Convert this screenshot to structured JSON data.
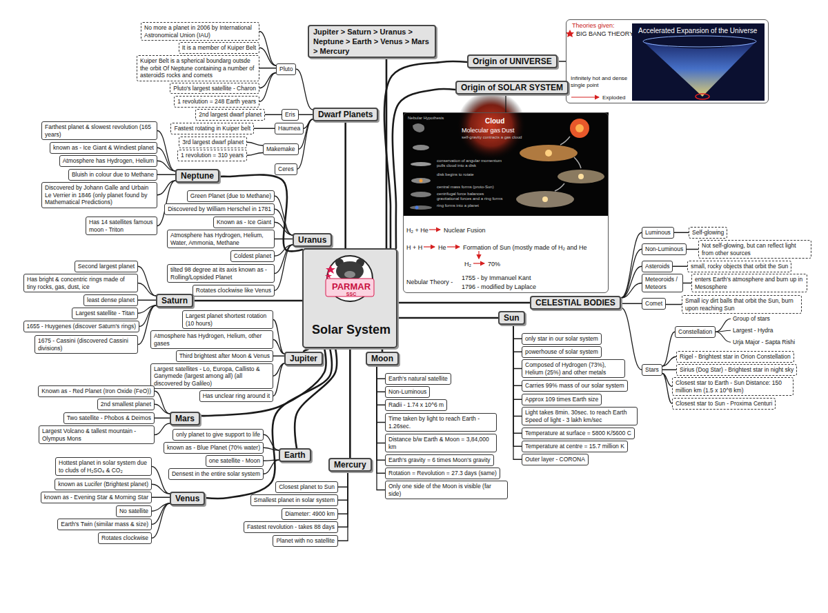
{
  "diagram": {
    "nodes": [
      {
        "text": [
          "PARMAR",
          "SSC",
          "Solar System"
        ]
      },
      {
        "text": [
          "Jupiter > Saturn > Uranus > Neptune > Earth > Venus > Mars > Mercury"
        ]
      },
      {
        "text": [
          "Dwarf Planets"
        ]
      },
      {
        "text": [
          "Pluto"
        ]
      },
      {
        "text": [
          "No more a planet in 2006 by International Astronomical Union (IAU)"
        ]
      },
      {
        "text": [
          "It is a member of Kuiper Belt"
        ]
      },
      {
        "text": [
          "Kuiper Belt is a spherical boundarg outsde the orbit Of Neptune containing a number of asteroidS rocks and comets"
        ]
      },
      {
        "text": [
          "Pluto's largest satellite - Charon"
        ]
      },
      {
        "text": [
          "1 revolution = 248 Earth years"
        ]
      },
      {
        "text": [
          "Eris"
        ]
      },
      {
        "text": [
          "2nd largest dwarf planet"
        ]
      },
      {
        "text": [
          "Haumea"
        ]
      },
      {
        "text": [
          "Fastest rotating in Kuiper belt"
        ]
      },
      {
        "text": [
          "Makemake"
        ]
      },
      {
        "text": [
          "3rd largest dwarf planet"
        ]
      },
      {
        "text": [
          "1 revolution = 310 years"
        ]
      },
      {
        "text": [
          "Ceres"
        ]
      },
      {
        "text": [
          "Neptune"
        ]
      },
      {
        "text": [
          "Farthest planet & slowest revolution (165 years)"
        ]
      },
      {
        "text": [
          "known as - Ice Giant & Windiest planet"
        ]
      },
      {
        "text": [
          "Atmosphere has Hydrogen, Helium"
        ]
      },
      {
        "text": [
          "Bluish in colour due to Methane"
        ]
      },
      {
        "text": [
          "Discovered by Johann Galle and Urbain Le Verrier in 1846 (only planet found by Mathematical Predictions)"
        ]
      },
      {
        "text": [
          "Has 14 satellites famous moon - Triton"
        ]
      },
      {
        "text": [
          "Uranus"
        ]
      },
      {
        "text": [
          "Green Planet (due to Methane)"
        ]
      },
      {
        "text": [
          "Discovered by William Herschel in 1781"
        ]
      },
      {
        "text": [
          "Known as - Ice Giant"
        ]
      },
      {
        "text": [
          "Atmosphere has Hydrogen, Helium, Water, Ammonia, Methane"
        ]
      },
      {
        "text": [
          "Coldest planet"
        ]
      },
      {
        "text": [
          "tilted 98 degree at its axis known as - Rolling/Lopsided Planet"
        ]
      },
      {
        "text": [
          "Rotates clockwise like Venus"
        ]
      },
      {
        "text": [
          "Saturn"
        ]
      },
      {
        "text": [
          "Second largest planet"
        ]
      },
      {
        "text": [
          "Has bright & concentric rings made of tiny rocks, gas, dust, ice"
        ]
      },
      {
        "text": [
          "least dense planet"
        ]
      },
      {
        "text": [
          "Largest satellite - Titan"
        ]
      },
      {
        "text": [
          "1655 - Huygenes (discover Saturn's rings)"
        ]
      },
      {
        "text": [
          "1675 - Cassini (discovered Cassini divisions)"
        ]
      },
      {
        "text": [
          "Jupiter"
        ]
      },
      {
        "text": [
          "Largest planet shortest rotation (10 hours)"
        ]
      },
      {
        "text": [
          "Atmosphere has Hydrogen, Helium, other gases"
        ]
      },
      {
        "text": [
          "Third brightest after Moon & Venus"
        ]
      },
      {
        "text": [
          "Largest satellites - Lo, Europa, Callisto & Ganymede (largest among all) (all discovered by Galileo)"
        ]
      },
      {
        "text": [
          "Has unclear ring around it"
        ]
      },
      {
        "text": [
          "Mars"
        ]
      },
      {
        "text": [
          "Known as - Red Planet (Iron Oxide (FeO))"
        ]
      },
      {
        "text": [
          "2nd smallest planet"
        ]
      },
      {
        "text": [
          "Two satellite - Phobos & Deimos"
        ]
      },
      {
        "text": [
          "Largest Volcano & tallest mountain - Olympus Mons"
        ]
      },
      {
        "text": [
          "Earth"
        ]
      },
      {
        "text": [
          "only planet to give support to life"
        ]
      },
      {
        "text": [
          "known as - Blue Planet (70% water)"
        ]
      },
      {
        "text": [
          "one satellite - Moon"
        ]
      },
      {
        "text": [
          "Densest in the entire solar system"
        ]
      },
      {
        "text": [
          "Venus"
        ]
      },
      {
        "text": [
          "Hottest planet in solar system due to cluds of H₂SO₄ & CO₂"
        ]
      },
      {
        "text": [
          "known as Lucifer (Brightest planet)"
        ]
      },
      {
        "text": [
          "known as - Evening Star & Morning Star"
        ]
      },
      {
        "text": [
          "No satellite"
        ]
      },
      {
        "text": [
          "Earth's Twin (similar mass & size)"
        ]
      },
      {
        "text": [
          "Rotates clockwise"
        ]
      },
      {
        "text": [
          "Mercury"
        ]
      },
      {
        "text": [
          "Closest planet to Sun"
        ]
      },
      {
        "text": [
          "Smallest planet in solar system"
        ]
      },
      {
        "text": [
          "Diameter: 4900 km"
        ]
      },
      {
        "text": [
          "Fastest revolution - takes 88 days"
        ]
      },
      {
        "text": [
          "Planet with no satellite"
        ]
      },
      {
        "text": [
          "Moon"
        ]
      },
      {
        "text": [
          "Earth's natural satellite"
        ]
      },
      {
        "text": [
          "Non-Luminous"
        ]
      },
      {
        "text": [
          "Radii - 1.74 x 10^6 m"
        ]
      },
      {
        "text": [
          "Time taken by light to reach Earth - 1.26sec."
        ]
      },
      {
        "text": [
          "Distance b/w Earth & Moon = 3,84,000 km"
        ]
      },
      {
        "text": [
          "Earth's gravity = 6 times Moon's gravity"
        ]
      },
      {
        "text": [
          "Rotation = Revolution = 27.3 days (same)"
        ]
      },
      {
        "text": [
          "Only one side of the Moon is visible (far side)"
        ]
      },
      {
        "text": [
          "Origin of UNIVERSE"
        ]
      },
      {
        "text": [
          "Theories given:",
          "BIG BANG THEORY",
          "Accelerated Expansion of the Universe",
          "Infinitely hot and dense single point",
          "Exploded"
        ]
      },
      {
        "text": [
          "Origin of SOLAR SYSTEM"
        ]
      },
      {
        "text": [
          "Nebular Hypothesis",
          "Cloud",
          "Molecular gas",
          "Dust",
          "self-gravity contracts a gas cloud",
          "conservation of angular momentum pulls cloud into a disk",
          "disk begins to rotate",
          "central mass forms (proto-Sun)",
          "centrifugal force balances gravitational forces and a ring forms",
          "ring forms into a planet",
          "H₂ + He",
          "Nuclear Fusion",
          "H + H",
          "He",
          "Formation of Sun (mostly made of H₂ and He",
          "H₂",
          "70%",
          "Nebular Theory -",
          "1755 - by Immanuel Kant",
          "1796 - modified by Laplace"
        ]
      },
      {
        "text": [
          "Sun"
        ]
      },
      {
        "text": [
          "only star in our solar system"
        ]
      },
      {
        "text": [
          "powerhouse of solar system"
        ]
      },
      {
        "text": [
          "Composed of Hydrogen (73%), Helium (25%) and other metals"
        ]
      },
      {
        "text": [
          "Carries 99% mass of our solar system"
        ]
      },
      {
        "text": [
          "Approx 109 times Earth size"
        ]
      },
      {
        "text": [
          "Light takes 8min. 30sec. to reach Earth Speed of light - 3 lakh km/sec"
        ]
      },
      {
        "text": [
          "Temperature at surface = 5800 K/5600 C"
        ]
      },
      {
        "text": [
          "Temperature at centre = 15.7 million K"
        ]
      },
      {
        "text": [
          "Outer layer - CORONA"
        ]
      },
      {
        "text": [
          "CELESTIAL BODIES"
        ]
      },
      {
        "text": [
          "Luminous"
        ]
      },
      {
        "text": [
          "Self-glowing"
        ]
      },
      {
        "text": [
          "Non-Luminous"
        ]
      },
      {
        "text": [
          "Not self-glowing, but can reflect light from other sources"
        ]
      },
      {
        "text": [
          "Asteroids"
        ]
      },
      {
        "text": [
          "small, rocky objects that orbit the Sun"
        ]
      },
      {
        "text": [
          "Meteoroids / Meteors"
        ]
      },
      {
        "text": [
          "enters Earth's atmosphere and burn up in Mesosphere"
        ]
      },
      {
        "text": [
          "Comet"
        ]
      },
      {
        "text": [
          "Small icy dirt balls that orbit the Sun, burn upon reaching Sun"
        ]
      },
      {
        "text": [
          "Stars"
        ]
      },
      {
        "text": [
          "Constellation"
        ]
      },
      {
        "text": [
          "Rigel - Brightest star in Orion Constellation"
        ]
      },
      {
        "text": [
          "Sirius (Dog Star) - Brightest star in night sky"
        ]
      },
      {
        "text": [
          "Closest star to Earth - Sun Distance: 150 million km (1.5 x 10^8 km)"
        ]
      },
      {
        "text": [
          "Closest star to Sun - Proxima Centuri"
        ]
      }
    ],
    "edges": [
      {
        "from": 0,
        "to": 1,
        "arrow": "none"
      },
      {
        "from": 0,
        "to": 2,
        "arrow": "none"
      },
      {
        "from": 0,
        "to": 17,
        "arrow": "none"
      },
      {
        "from": 0,
        "to": 24,
        "arrow": "none"
      },
      {
        "from": 0,
        "to": 32,
        "arrow": "none"
      },
      {
        "from": 0,
        "to": 39,
        "arrow": "none"
      },
      {
        "from": 0,
        "to": 45,
        "arrow": "none"
      },
      {
        "from": 0,
        "to": 50,
        "arrow": "none"
      },
      {
        "from": 0,
        "to": 55,
        "arrow": "none"
      },
      {
        "from": 0,
        "to": 62,
        "arrow": "none"
      },
      {
        "from": 0,
        "to": 68,
        "arrow": "none"
      },
      {
        "from": 0,
        "to": 77,
        "arrow": "none"
      },
      {
        "from": 0,
        "to": 79,
        "arrow": "none"
      },
      {
        "from": 0,
        "to": 81,
        "arrow": "none"
      },
      {
        "from": 0,
        "to": 91,
        "arrow": "none"
      },
      {
        "from": 2,
        "to": 3,
        "arrow": "none"
      },
      {
        "from": 2,
        "to": 9,
        "arrow": "none"
      },
      {
        "from": 2,
        "to": 11,
        "arrow": "none"
      },
      {
        "from": 2,
        "to": 13,
        "arrow": "none"
      },
      {
        "from": 2,
        "to": 16,
        "arrow": "none"
      },
      {
        "from": 3,
        "to": 4,
        "arrow": "none"
      },
      {
        "from": 3,
        "to": 5,
        "arrow": "none"
      },
      {
        "from": 3,
        "to": 6,
        "arrow": "none"
      },
      {
        "from": 3,
        "to": 7,
        "arrow": "none"
      },
      {
        "from": 3,
        "to": 8,
        "arrow": "none"
      },
      {
        "from": 9,
        "to": 10,
        "arrow": "none"
      },
      {
        "from": 11,
        "to": 12,
        "arrow": "none"
      },
      {
        "from": 13,
        "to": 14,
        "arrow": "none"
      },
      {
        "from": 13,
        "to": 15,
        "arrow": "none"
      },
      {
        "from": 17,
        "to": 18,
        "arrow": "none"
      },
      {
        "from": 17,
        "to": 19,
        "arrow": "none"
      },
      {
        "from": 17,
        "to": 20,
        "arrow": "none"
      },
      {
        "from": 17,
        "to": 21,
        "arrow": "none"
      },
      {
        "from": 17,
        "to": 22,
        "arrow": "none"
      },
      {
        "from": 17,
        "to": 23,
        "arrow": "none"
      },
      {
        "from": 24,
        "to": 25,
        "arrow": "none"
      },
      {
        "from": 24,
        "to": 26,
        "arrow": "none"
      },
      {
        "from": 24,
        "to": 27,
        "arrow": "none"
      },
      {
        "from": 24,
        "to": 28,
        "arrow": "none"
      },
      {
        "from": 24,
        "to": 29,
        "arrow": "none"
      },
      {
        "from": 24,
        "to": 30,
        "arrow": "none"
      },
      {
        "from": 24,
        "to": 31,
        "arrow": "none"
      },
      {
        "from": 32,
        "to": 33,
        "arrow": "none"
      },
      {
        "from": 32,
        "to": 34,
        "arrow": "none"
      },
      {
        "from": 32,
        "to": 35,
        "arrow": "none"
      },
      {
        "from": 32,
        "to": 36,
        "arrow": "none"
      },
      {
        "from": 32,
        "to": 37,
        "arrow": "none"
      },
      {
        "from": 32,
        "to": 38,
        "arrow": "none"
      },
      {
        "from": 39,
        "to": 40,
        "arrow": "none"
      },
      {
        "from": 39,
        "to": 41,
        "arrow": "none"
      },
      {
        "from": 39,
        "to": 42,
        "arrow": "none"
      },
      {
        "from": 39,
        "to": 43,
        "arrow": "none"
      },
      {
        "from": 39,
        "to": 44,
        "arrow": "none"
      },
      {
        "from": 45,
        "to": 46,
        "arrow": "none"
      },
      {
        "from": 45,
        "to": 47,
        "arrow": "none"
      },
      {
        "from": 45,
        "to": 48,
        "arrow": "none"
      },
      {
        "from": 45,
        "to": 49,
        "arrow": "none"
      },
      {
        "from": 50,
        "to": 51,
        "arrow": "none"
      },
      {
        "from": 50,
        "to": 52,
        "arrow": "none"
      },
      {
        "from": 50,
        "to": 53,
        "arrow": "none"
      },
      {
        "from": 50,
        "to": 54,
        "arrow": "none"
      },
      {
        "from": 55,
        "to": 56,
        "arrow": "none"
      },
      {
        "from": 55,
        "to": 57,
        "arrow": "none"
      },
      {
        "from": 55,
        "to": 58,
        "arrow": "none"
      },
      {
        "from": 55,
        "to": 59,
        "arrow": "none"
      },
      {
        "from": 55,
        "to": 60,
        "arrow": "none"
      },
      {
        "from": 55,
        "to": 61,
        "arrow": "none"
      },
      {
        "from": 62,
        "to": 63,
        "arrow": "none"
      },
      {
        "from": 62,
        "to": 64,
        "arrow": "none"
      },
      {
        "from": 62,
        "to": 65,
        "arrow": "none"
      },
      {
        "from": 62,
        "to": 66,
        "arrow": "none"
      },
      {
        "from": 62,
        "to": 67,
        "arrow": "none"
      },
      {
        "from": 68,
        "to": 69,
        "arrow": "none"
      },
      {
        "from": 68,
        "to": 70,
        "arrow": "none"
      },
      {
        "from": 68,
        "to": 71,
        "arrow": "none"
      },
      {
        "from": 68,
        "to": 72,
        "arrow": "none"
      },
      {
        "from": 68,
        "to": 73,
        "arrow": "none"
      },
      {
        "from": 68,
        "to": 74,
        "arrow": "none"
      },
      {
        "from": 68,
        "to": 75,
        "arrow": "none"
      },
      {
        "from": 68,
        "to": 76,
        "arrow": "none"
      },
      {
        "from": 77,
        "to": 78,
        "arrow": "none"
      },
      {
        "from": 79,
        "to": 80,
        "arrow": "none"
      },
      {
        "from": 81,
        "to": 82,
        "arrow": "none"
      },
      {
        "from": 81,
        "to": 83,
        "arrow": "none"
      },
      {
        "from": 81,
        "to": 84,
        "arrow": "none"
      },
      {
        "from": 81,
        "to": 85,
        "arrow": "none"
      },
      {
        "from": 81,
        "to": 86,
        "arrow": "none"
      },
      {
        "from": 81,
        "to": 87,
        "arrow": "none"
      },
      {
        "from": 81,
        "to": 88,
        "arrow": "none"
      },
      {
        "from": 81,
        "to": 89,
        "arrow": "none"
      },
      {
        "from": 81,
        "to": 90,
        "arrow": "none"
      },
      {
        "from": 91,
        "to": 92,
        "arrow": "none"
      },
      {
        "from": 91,
        "to": 94,
        "arrow": "none"
      },
      {
        "from": 91,
        "to": 96,
        "arrow": "none"
      },
      {
        "from": 91,
        "to": 98,
        "arrow": "none"
      },
      {
        "from": 91,
        "to": 100,
        "arrow": "none"
      },
      {
        "from": 91,
        "to": 102,
        "arrow": "none"
      },
      {
        "from": 92,
        "to": 93,
        "arrow": "none"
      },
      {
        "from": 94,
        "to": 95,
        "arrow": "none"
      },
      {
        "from": 96,
        "to": 97,
        "arrow": "none"
      },
      {
        "from": 98,
        "to": 99,
        "arrow": "none"
      },
      {
        "from": 100,
        "to": 101,
        "arrow": "none"
      },
      {
        "from": 102,
        "to": 103,
        "arrow": "none"
      },
      {
        "from": 102,
        "to": 104,
        "arrow": "none"
      },
      {
        "from": 102,
        "to": 105,
        "arrow": "none"
      },
      {
        "from": 102,
        "to": 106,
        "arrow": "none"
      },
      {
        "from": 102,
        "to": 107,
        "arrow": "none"
      }
    ],
    "labels": [
      "Group of stars",
      "Largest - Hydra",
      "Urja Major - Sapta Rishi"
    ]
  }
}
